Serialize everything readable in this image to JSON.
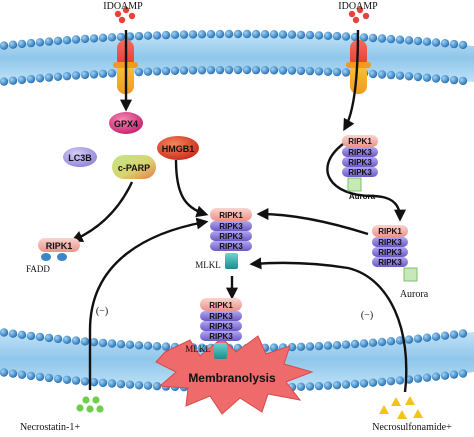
{
  "labels": {
    "idoamp_left": "IDOAMP",
    "idoamp_right": "IDOAMP",
    "gpx4": "GPX4",
    "lc3b": "LC3B",
    "cparp": "c-PARP",
    "hmgb1": "HMGB1",
    "fadd": "FADD",
    "ripk1": "RIPK1",
    "ripk3": "RIPK3",
    "mlkl": "MLKL",
    "aurora": "Aurora",
    "membranolysis": "Membranolysis",
    "inhibit_left": "(−)",
    "inhibit_right": "(−)",
    "necrostatin": "Necrostatin-1+",
    "necrosulfonamide": "Necrosulfonamide+"
  },
  "colors": {
    "membrane_band": "#8fc6ea",
    "head_group": "#2e7cc0",
    "receptor_top": "#e8423a",
    "receptor_bottom": "#f5b22a",
    "ripk1": "#f3b3ad",
    "ripk3": "#8a7ad8",
    "mlkl": "#2ea6a8",
    "gpx4": "#e43b8a",
    "hmgb1": "#e5452c",
    "necrostatin": "#6fcf4a",
    "necrosulfonamide": "#f2c418"
  }
}
